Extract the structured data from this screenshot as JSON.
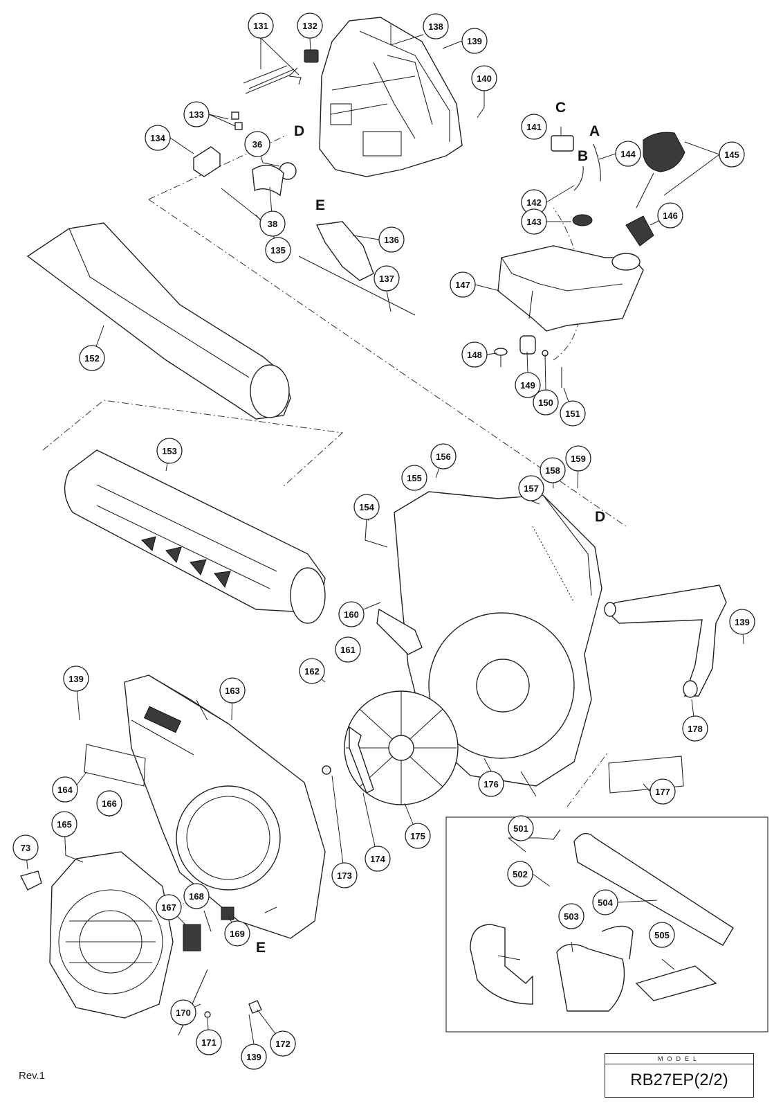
{
  "callouts": {
    "c131": "131",
    "c132": "132",
    "c138": "138",
    "c139a": "139",
    "c140": "140",
    "c133": "133",
    "c134": "134",
    "c36": "36",
    "c38": "38",
    "c135": "135",
    "c136": "136",
    "c137": "137",
    "c141": "141",
    "c142": "142",
    "c143": "143",
    "c144": "144",
    "c145": "145",
    "c146": "146",
    "c147": "147",
    "c148": "148",
    "c149": "149",
    "c150": "150",
    "c151": "151",
    "c152": "152",
    "c153": "153",
    "c154": "154",
    "c155": "155",
    "c156": "156",
    "c157": "157",
    "c158": "158",
    "c159": "159",
    "c160": "160",
    "c161": "161",
    "c162": "162",
    "c139b": "139",
    "c163": "163",
    "c139c": "139",
    "c164": "164",
    "c166": "166",
    "c165": "165",
    "c73": "73",
    "c167": "167",
    "c168": "168",
    "c169": "169",
    "c170": "170",
    "c171": "171",
    "c139d": "139",
    "c172": "172",
    "c173": "173",
    "c174": "174",
    "c175": "175",
    "c176": "176",
    "c177": "177",
    "c178": "178",
    "c501": "501",
    "c502": "502",
    "c503": "503",
    "c504": "504",
    "c505": "505"
  },
  "letters": {
    "D_top": "D",
    "E_top": "E",
    "C": "C",
    "A": "A",
    "B": "B",
    "D_mid": "D",
    "E_bottom": "E"
  },
  "footer": {
    "revision": "Rev.1",
    "model_label": "MODEL",
    "model_name": "RB27EP(2/2)"
  }
}
